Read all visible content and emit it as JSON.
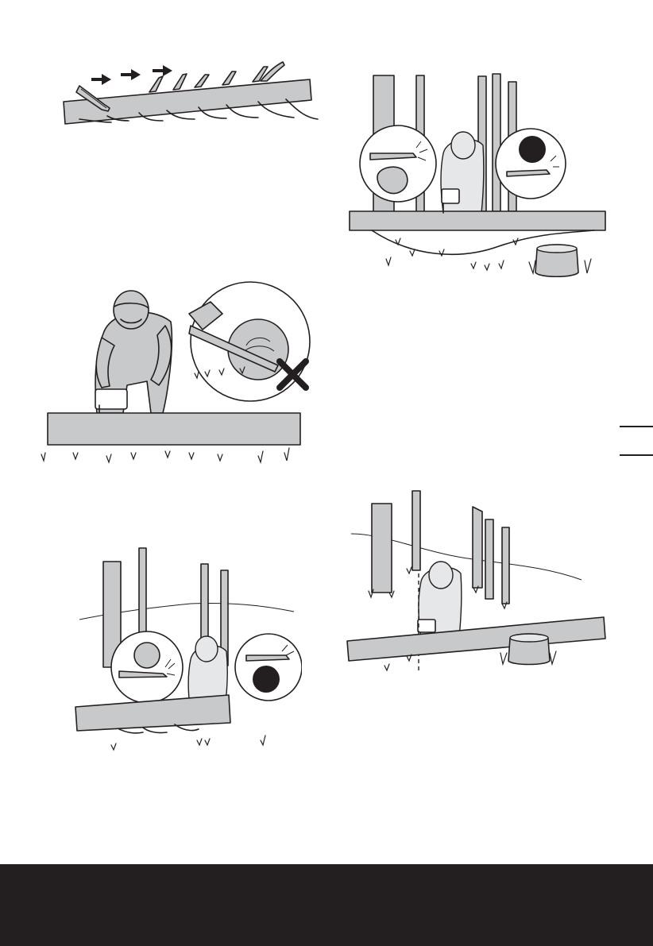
{
  "figures": [
    {
      "id": "delimbing",
      "icons": [
        "chainsaw-icon",
        "arrow-right-icon",
        "log-icon"
      ]
    },
    {
      "id": "bucking-ground",
      "icons": [
        "operator-icon",
        "chainsaw-icon",
        "log-icon",
        "cross-mark-icon"
      ]
    },
    {
      "id": "log-supported-one-end",
      "icons": [
        "operator-icon",
        "tree-icon",
        "log-icon",
        "overcut-detail-icon",
        "undercut-detail-icon"
      ]
    },
    {
      "id": "log-supported-both-ends",
      "icons": [
        "operator-icon",
        "tree-icon",
        "log-icon",
        "stump-icon",
        "overcut-detail-icon",
        "undercut-detail-icon"
      ]
    },
    {
      "id": "bucking-slope",
      "icons": [
        "operator-icon",
        "tree-icon",
        "log-icon",
        "stump-icon"
      ]
    }
  ],
  "colors": {
    "ink": "#231f20",
    "fill": "#c8c9cb",
    "light": "#e6e7e8",
    "footer": "#231f20"
  }
}
